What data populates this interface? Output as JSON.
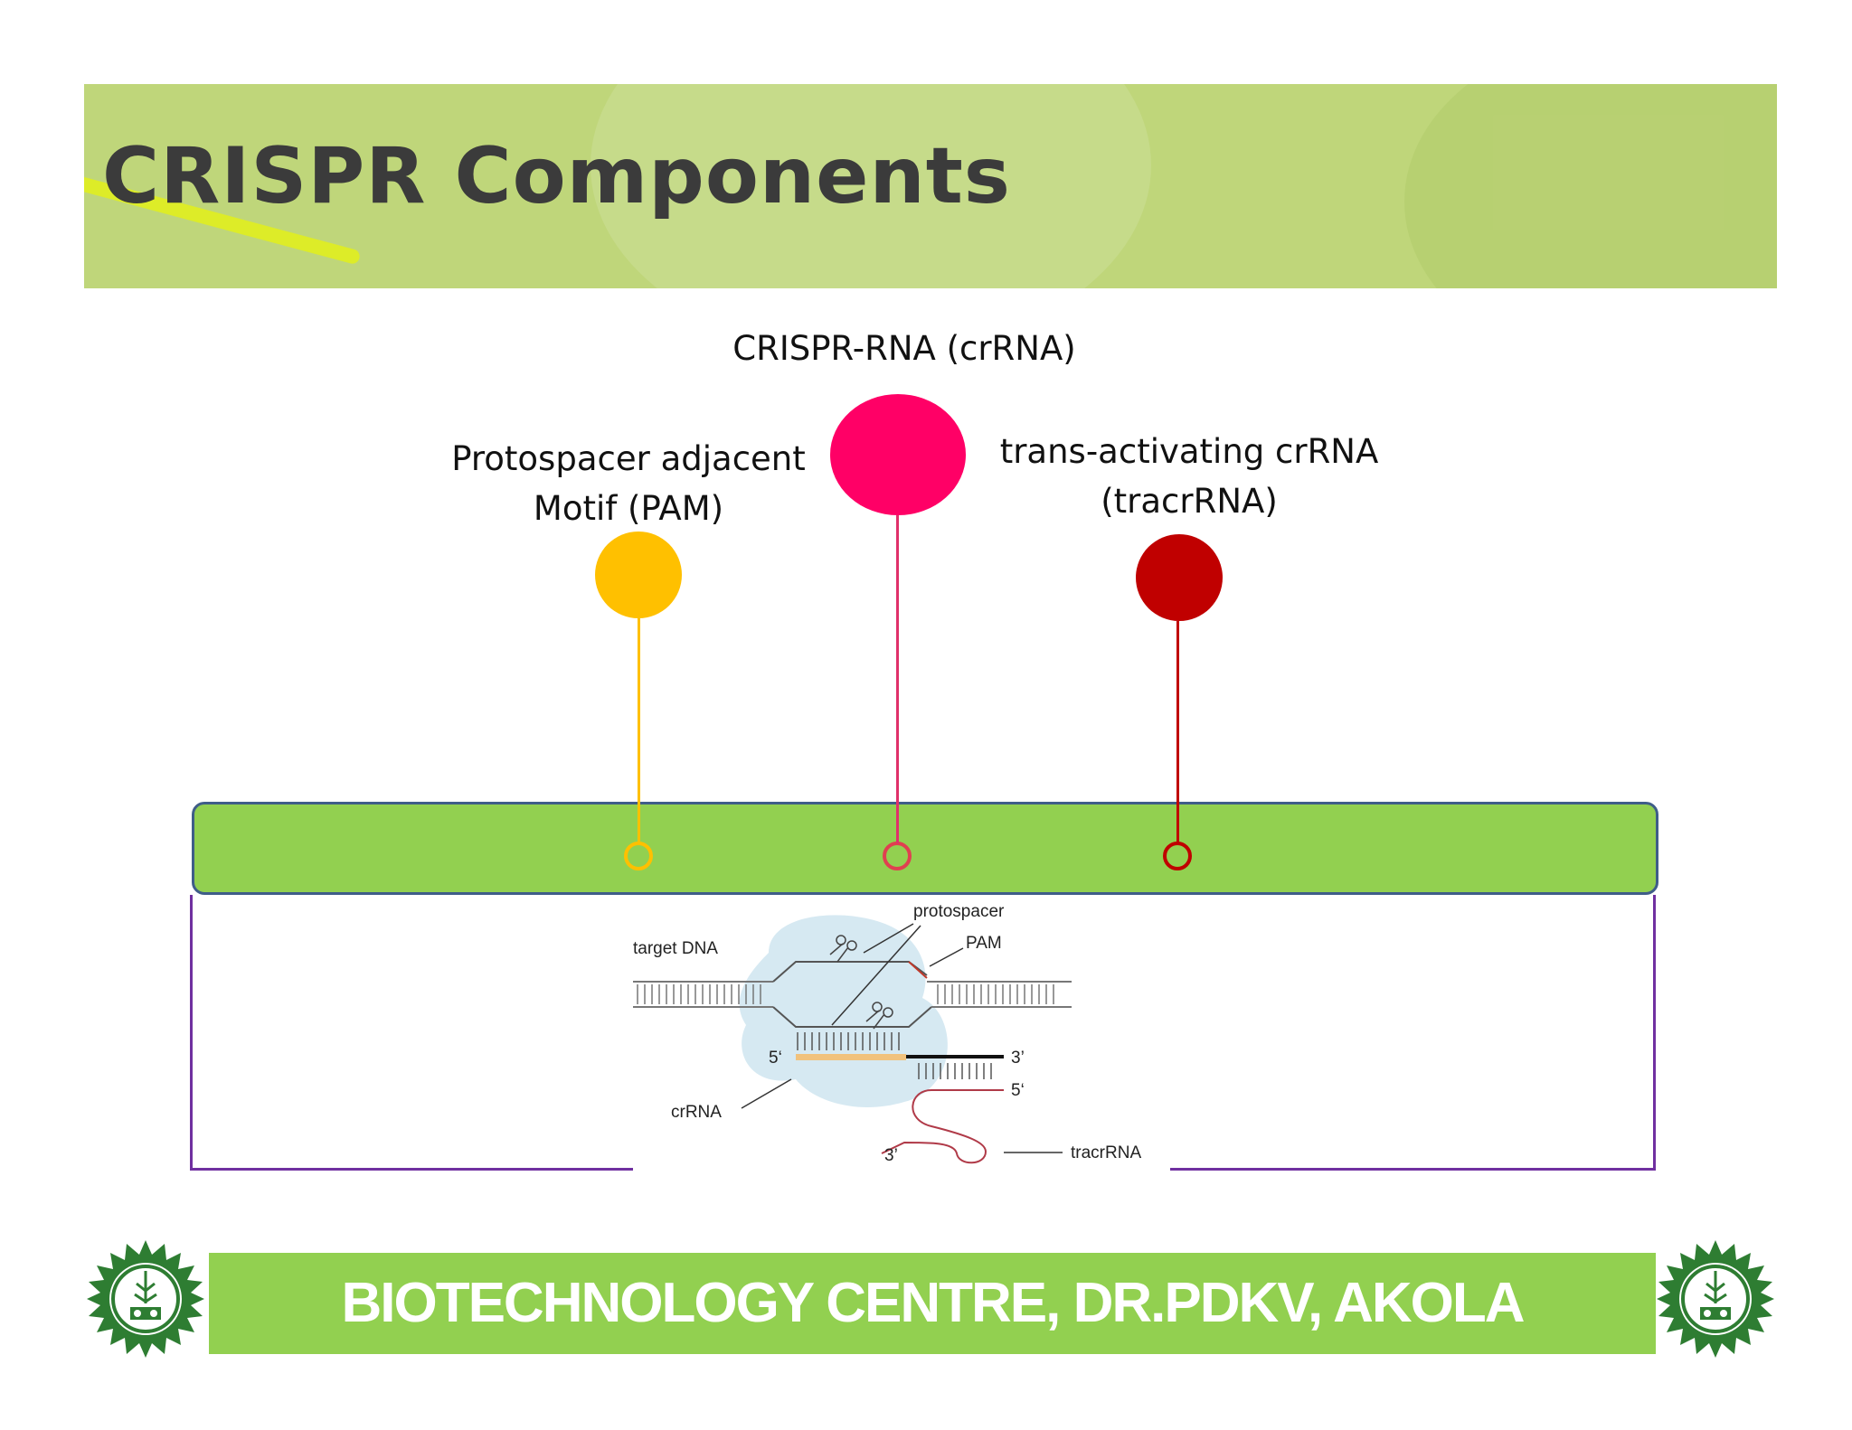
{
  "slide": {
    "title": "CRISPR Components",
    "footer": "BIOTECHNOLOGY CENTRE, DR.PDKV, AKOLA"
  },
  "components": {
    "crrna": {
      "label": "CRISPR-RNA (crRNA)",
      "color": "#ff0066"
    },
    "pam": {
      "label_line1": "Protospacer adjacent",
      "label_line2": "Motif (PAM)",
      "color": "#ffc000"
    },
    "tracrrna": {
      "label_line1": "trans-activating crRNA",
      "label_line2": "(tracrRNA)",
      "color": "#c00000"
    }
  },
  "diagram": {
    "labels": {
      "protospacer": "protospacer",
      "target_dna": "target DNA",
      "pam": "PAM",
      "five_prime_a": "5‘",
      "three_prime_a": "3’",
      "five_prime_b": "5‘",
      "crrna": "crRNA",
      "three_prime_b": "3’",
      "tracrrna": "tracrRNA"
    }
  },
  "colors": {
    "title_band": "#bfd67a",
    "green_bar": "#92d050",
    "purple_border": "#7030a0",
    "footer_bar": "#92d050"
  },
  "icons": [
    "university-emblem-icon",
    "university-emblem-icon"
  ]
}
